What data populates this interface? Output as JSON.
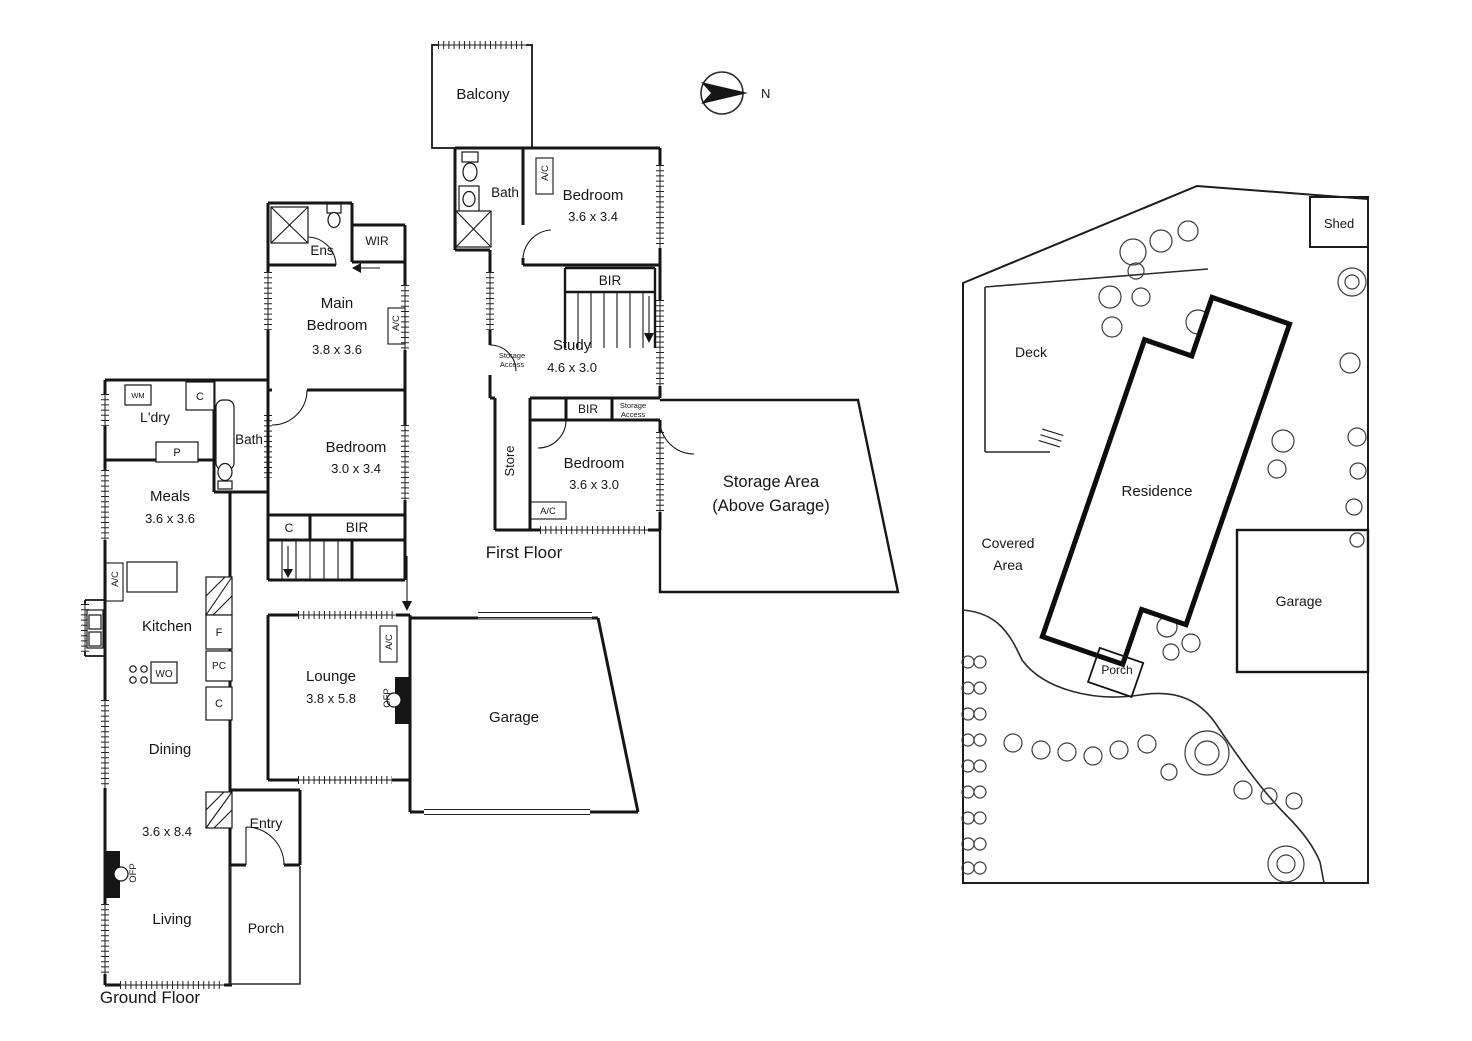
{
  "compass": {
    "north": "N"
  },
  "labels": {
    "ac": "A/C",
    "ofp": "OFP",
    "bir": "BIR",
    "c": "C",
    "p": "P",
    "f": "F",
    "pc": "PC",
    "wo": "WO",
    "wm": "WM",
    "storage_line1": "Storage",
    "storage_line2": "Access"
  },
  "first_floor": {
    "caption": "First Floor",
    "balcony": "Balcony",
    "bath": "Bath",
    "ens": "Ens",
    "wir": "WIR",
    "store": "Store",
    "bedroom1": {
      "name": "Bedroom",
      "size": "3.6 x 3.4"
    },
    "main_bedroom": {
      "line1": "Main",
      "line2": "Bedroom",
      "size": "3.8 x 3.6"
    },
    "study": {
      "name": "Study",
      "size": "4.6 x 3.0"
    },
    "bedroom2": {
      "name": "Bedroom",
      "size": "3.6 x 3.0"
    },
    "bedroom3": {
      "name": "Bedroom",
      "size": "3.0 x 3.4"
    },
    "storage_area": {
      "line1": "Storage Area",
      "line2": "(Above Garage)"
    }
  },
  "ground_floor": {
    "caption": "Ground Floor",
    "ldry": "L'dry",
    "bath": "Bath",
    "meals": {
      "name": "Meals",
      "size": "3.6 x 3.6"
    },
    "kitchen": "Kitchen",
    "dining": "Dining",
    "living": "Living",
    "dining_living_size": "3.6 x 8.4",
    "entry": "Entry",
    "porch": "Porch",
    "lounge": {
      "name": "Lounge",
      "size": "3.8 x 5.8"
    },
    "garage": "Garage"
  },
  "site_plan": {
    "shed": "Shed",
    "deck": "Deck",
    "residence": "Residence",
    "covered_area": {
      "line1": "Covered",
      "line2": "Area"
    },
    "garage": "Garage",
    "porch": "Porch"
  }
}
